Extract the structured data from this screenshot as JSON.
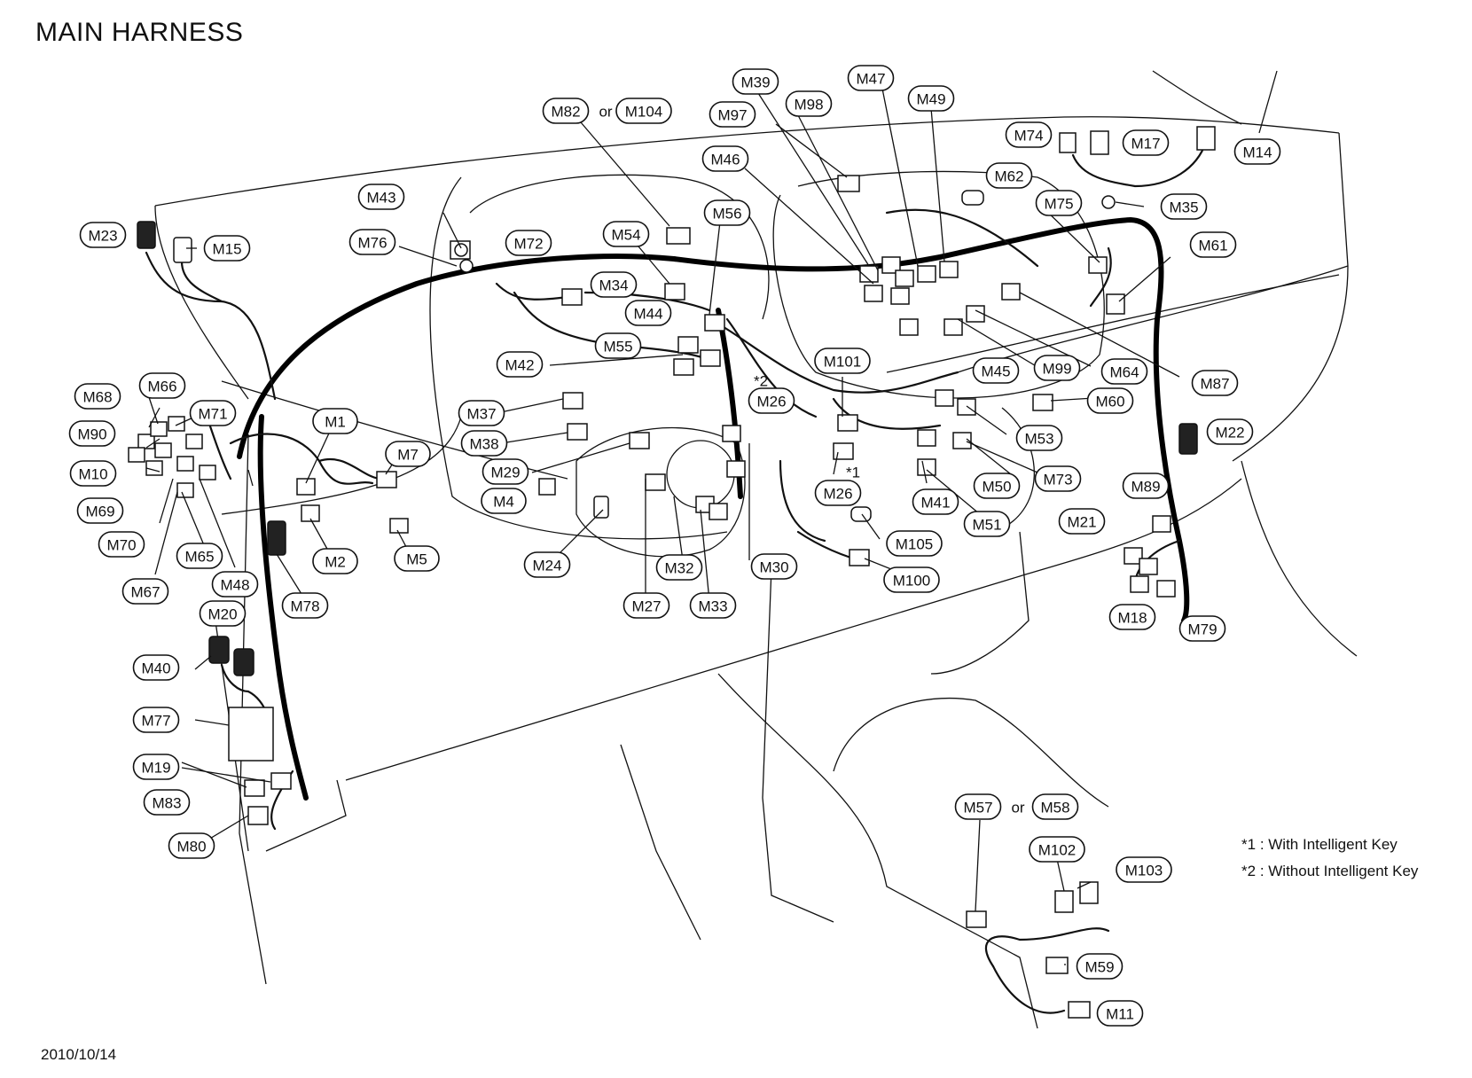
{
  "title": "MAIN HARNESS",
  "date": "2010/10/14",
  "notes": [
    {
      "mark": "*1",
      "text": ": With Intelligent Key"
    },
    {
      "mark": "*2",
      "text": ": Without Intelligent Key"
    }
  ],
  "separator": "or",
  "star1": "*1",
  "star2": "*2",
  "labels": {
    "M1": "M1",
    "M2": "M2",
    "M4": "M4",
    "M5": "M5",
    "M7": "M7",
    "M10": "M10",
    "M11": "M11",
    "M14": "M14",
    "M15": "M15",
    "M17": "M17",
    "M18": "M18",
    "M19": "M19",
    "M20": "M20",
    "M21": "M21",
    "M22": "M22",
    "M23": "M23",
    "M24": "M24",
    "M26a": "M26",
    "M26b": "M26",
    "M27": "M27",
    "M29": "M29",
    "M30": "M30",
    "M32": "M32",
    "M33": "M33",
    "M34": "M34",
    "M35": "M35",
    "M37": "M37",
    "M38": "M38",
    "M39": "M39",
    "M40": "M40",
    "M41": "M41",
    "M42": "M42",
    "M43": "M43",
    "M44": "M44",
    "M45": "M45",
    "M46": "M46",
    "M47": "M47",
    "M48": "M48",
    "M49": "M49",
    "M50": "M50",
    "M51": "M51",
    "M53": "M53",
    "M54": "M54",
    "M55": "M55",
    "M56": "M56",
    "M57": "M57",
    "M58": "M58",
    "M59": "M59",
    "M60": "M60",
    "M61": "M61",
    "M62": "M62",
    "M64": "M64",
    "M65": "M65",
    "M66": "M66",
    "M67": "M67",
    "M68": "M68",
    "M69": "M69",
    "M70": "M70",
    "M71": "M71",
    "M72": "M72",
    "M73": "M73",
    "M74": "M74",
    "M75": "M75",
    "M76": "M76",
    "M77": "M77",
    "M78": "M78",
    "M79": "M79",
    "M80": "M80",
    "M82": "M82",
    "M83": "M83",
    "M87": "M87",
    "M89": "M89",
    "M90": "M90",
    "M97": "M97",
    "M98": "M98",
    "M99": "M99",
    "M100": "M100",
    "M101": "M101",
    "M102": "M102",
    "M103": "M103",
    "M104": "M104",
    "M105": "M105"
  }
}
